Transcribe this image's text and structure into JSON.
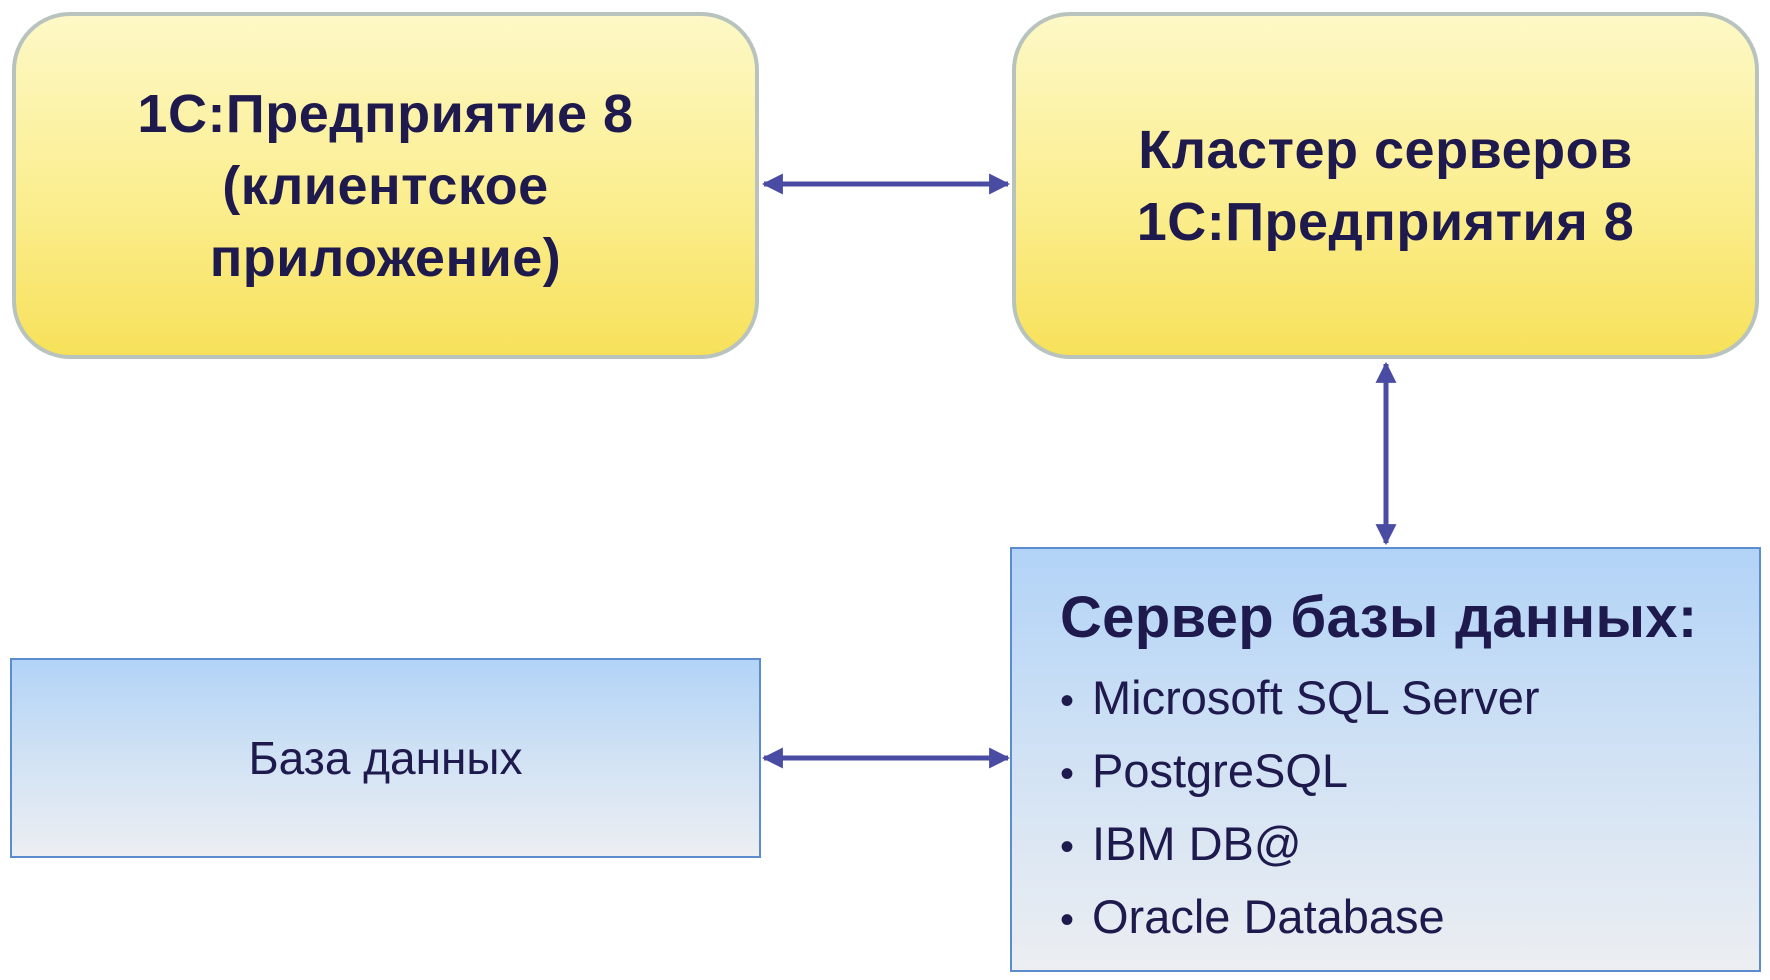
{
  "nodes": {
    "client": {
      "lines": [
        "1С:Предприятие 8",
        "(клиентское",
        "приложение)"
      ]
    },
    "cluster": {
      "lines": [
        "Кластер серверов",
        "1С:Предприятия 8"
      ]
    },
    "database": {
      "label": "База данных"
    },
    "db_server": {
      "heading": "Сервер базы данных:",
      "items": [
        "Microsoft SQL Server",
        "PostgreSQL",
        "IBM DB@",
        "Oracle Database"
      ]
    }
  },
  "colors": {
    "text": "#1f1a4d",
    "arrow": "#4a4ba3",
    "yellow_fill": "#fbee8f",
    "yellow_border": "#b9c3bd",
    "blue_fill": "#c9def5",
    "blue_border": "#5b8ccd"
  }
}
